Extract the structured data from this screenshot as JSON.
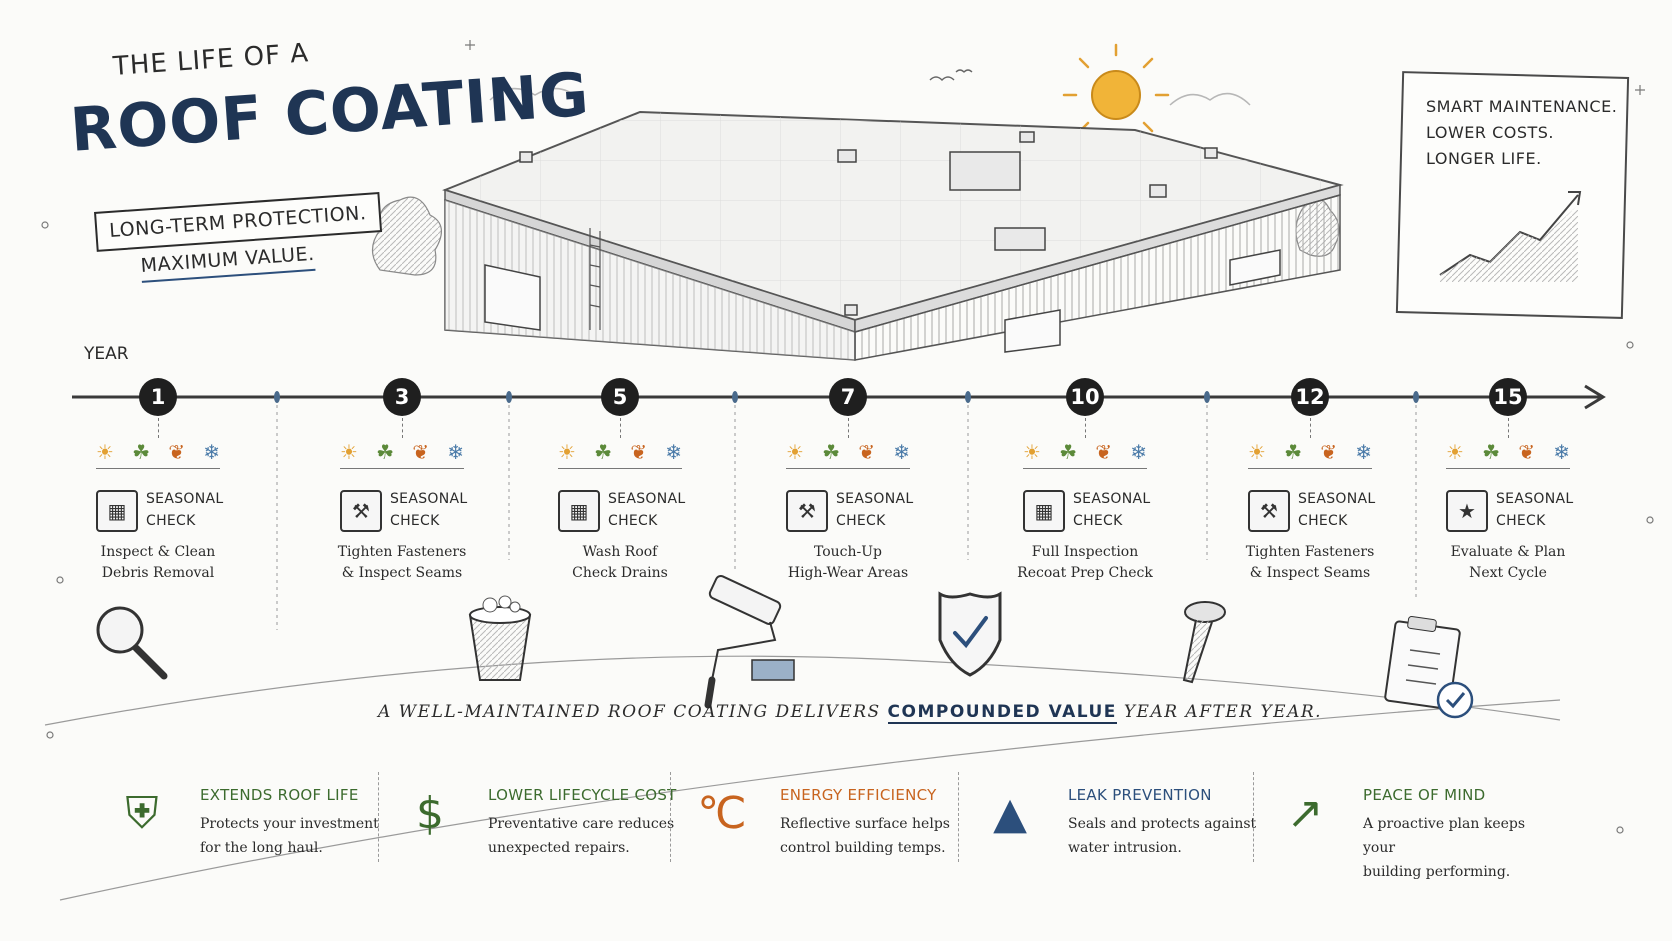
{
  "header": {
    "title_small": "THE LIFE OF A",
    "title_big": "ROOF COATING",
    "tagline_1": "LONG-TERM PROTECTION.",
    "tagline_2": "MAXIMUM VALUE."
  },
  "callout": {
    "lines": [
      "SMART MAINTENANCE.",
      "LOWER COSTS.",
      "LONGER LIFE."
    ]
  },
  "timeline": {
    "axis_label": "YEAR",
    "markers": [
      {
        "year": "1",
        "check_title_1": "SEASONAL",
        "check_title_2": "CHECK",
        "task_1": "Inspect & Clean",
        "task_2": "Debris Removal",
        "icon": "calendar-icon",
        "art": "magnifier-icon"
      },
      {
        "year": "3",
        "check_title_1": "SEASONAL",
        "check_title_2": "CHECK",
        "task_1": "Tighten Fasteners",
        "task_2": "& Inspect Seams",
        "icon": "wrench-icon",
        "art": "bucket-icon"
      },
      {
        "year": "5",
        "check_title_1": "SEASONAL",
        "check_title_2": "CHECK",
        "task_1": "Wash Roof",
        "task_2": "Check Drains",
        "icon": "calendar-drop-icon",
        "art": "paint-roller-icon"
      },
      {
        "year": "7",
        "check_title_1": "SEASONAL",
        "check_title_2": "CHECK",
        "task_1": "Touch-Up",
        "task_2": "High-Wear Areas",
        "icon": "hammer-icon",
        "art": "shield-check-icon"
      },
      {
        "year": "10",
        "check_title_1": "SEASONAL",
        "check_title_2": "CHECK",
        "task_1": "Full Inspection",
        "task_2": "Recoat Prep Check",
        "icon": "calendar-shield-icon",
        "art": "screw-icon"
      },
      {
        "year": "12",
        "check_title_1": "SEASONAL",
        "check_title_2": "CHECK",
        "task_1": "Tighten Fasteners",
        "task_2": "& Inspect Seams",
        "icon": "wrench-icon",
        "art": "clipboard-check-icon"
      },
      {
        "year": "15",
        "check_title_1": "SEASONAL",
        "check_title_2": "CHECK",
        "task_1": "Evaluate & Plan",
        "task_2": "Next Cycle",
        "icon": "calendar-star-icon",
        "art": ""
      }
    ]
  },
  "tagline": {
    "before": "A WELL-MAINTAINED ROOF COATING DELIVERS",
    "highlight": "COMPOUNDED VALUE",
    "after": "YEAR AFTER YEAR."
  },
  "benefits": [
    {
      "title": "EXTENDS ROOF LIFE",
      "desc_1": "Protects your investment",
      "desc_2": "for the long haul.",
      "color": "#3c6b2e",
      "icon": "shield-icon"
    },
    {
      "title": "LOWER LIFECYCLE COST",
      "desc_1": "Preventative care reduces",
      "desc_2": "unexpected repairs.",
      "color": "#3c6b2e",
      "icon": "dollar-down-icon"
    },
    {
      "title": "ENERGY EFFICIENCY",
      "desc_1": "Reflective surface helps",
      "desc_2": "control building temps.",
      "color": "#c8641f",
      "icon": "thermometer-icon"
    },
    {
      "title": "LEAK PREVENTION",
      "desc_1": "Seals and protects against",
      "desc_2": "water intrusion.",
      "color": "#2c4f7c",
      "icon": "water-drop-icon"
    },
    {
      "title": "PEACE OF MIND",
      "desc_1": "A proactive plan keeps your",
      "desc_2": "building performing.",
      "color": "#3c6b2e",
      "icon": "growth-chart-icon"
    }
  ],
  "colors": {
    "navy": "#1f3554",
    "green": "#3c6b2e",
    "orange": "#c8641f",
    "sun": "#e9a62a",
    "ink": "#2b2b2b"
  }
}
